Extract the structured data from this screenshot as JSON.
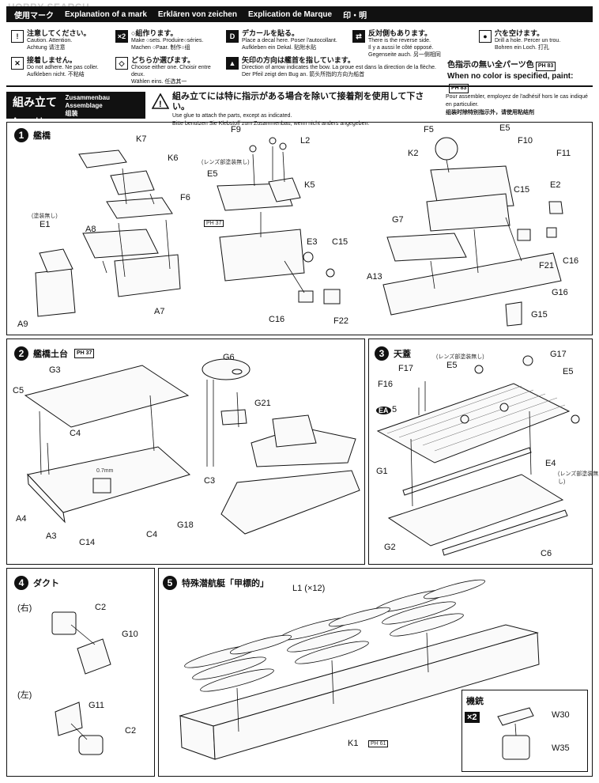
{
  "watermark": "HOBBY SEARCH",
  "header": {
    "jp": "使用マーク",
    "en": "Explanation of a mark",
    "de": "Erklären von zeichen",
    "fr": "Explication de Marque",
    "cn": "印・明"
  },
  "marks": [
    {
      "icon": "!",
      "jp": "注意してください。",
      "en": "Caution.",
      "de": "Achtung",
      "fr": "Attention.",
      "cn": "请注意"
    },
    {
      "icon": "×2",
      "jp": "○組作ります。",
      "en": "Make ○sets.",
      "de": "Machen ○Paar.",
      "fr": "Produire○séries.",
      "cn": "制作○组"
    },
    {
      "icon": "D",
      "jp": "デカールを貼る。",
      "en": "Place a decal here.",
      "de": "Aufkleben ein Dekal.",
      "fr": "Poser l'autocollant.",
      "cn": "贴附水贴"
    },
    {
      "icon": "⇄",
      "jp": "反対側もあります。",
      "en": "There is the reverse side.",
      "de": "Gegenseite auch.",
      "fr": "Il y a aussi le côté opposé.",
      "cn": "另一侧相同"
    },
    {
      "icon": "●",
      "jp": "穴を空けます。",
      "en": "Drill a hole.",
      "de": "Bohren ein Loch.",
      "fr": "Percer un trou.",
      "cn": "打孔"
    },
    {
      "icon": "✕",
      "jp": "接着しません。",
      "en": "Do not adhere.",
      "de": "Aufkleben nicht.",
      "fr": "Ne pas coller.",
      "cn": "不粘结"
    },
    {
      "icon": "◇",
      "jp": "どちらか選びます。",
      "en": "Choose either one.",
      "de": "Wählen eins.",
      "fr": "Choisir entre deux.",
      "cn": "任选其一"
    },
    {
      "icon": "▲",
      "jp": "矢印の方向は艦首を指しています。",
      "en": "Direction of arrow indicates the bow.",
      "de": "Der Pfeil zeigt den Bug an.",
      "fr": "La proue est dans la direction de la flèche.",
      "cn": "箭头所指的方向为船首"
    }
  ],
  "paint_note": {
    "jp": "色指示の無い全パーツ色",
    "en": "When no color is specified, paint:",
    "ref": "PH 83"
  },
  "assembly": {
    "jp": "組み立て",
    "en": "Assembly",
    "de": "Zusammenbau",
    "fr": "Assemblage",
    "cn": "组装",
    "warn_jp": "組み立てには特に指示がある場合を除いて接着剤を使用して下さい。",
    "warn_en": "Use glue to attach the parts, except as indicated.",
    "warn_de": "Bitte benutzen Sie Klebstoff zum Zusammenbau, wenn nicht anders angegeben.",
    "warn_fr": "Pour assembler, employez de l'adhésif hors le cas indiqué en particulier.",
    "warn_cn": "组装时除特别指示外，请使用粘结剂"
  },
  "steps": [
    {
      "num": "1",
      "title": "艦橋"
    },
    {
      "num": "2",
      "title": "艦橋土台",
      "ref": "PH 37"
    },
    {
      "num": "3",
      "title": "天蓋"
    },
    {
      "num": "4",
      "title": "ダクト"
    },
    {
      "num": "5",
      "title": "特殊潜航艇「甲標的」"
    }
  ],
  "step1_labels": [
    "K7",
    "K6",
    "F6",
    "A8",
    "E1",
    "A9",
    "A7",
    "F9",
    "L2",
    "E5",
    "K5",
    "E3",
    "C15",
    "C16",
    "F22",
    "F5",
    "E5",
    "F10",
    "K2",
    "F11",
    "E2",
    "C15",
    "G7",
    "C16",
    "F21",
    "A13",
    "G16",
    "G15"
  ],
  "step1_notes": {
    "no_paint": "(塗装無し)",
    "lens": "(レンズ部塗装無し)",
    "ref": "PH 37"
  },
  "step2_labels": [
    "G3",
    "C5",
    "C4",
    "0.7mm",
    "A4",
    "A3",
    "C14",
    "C4",
    "G18",
    "G6",
    "G21",
    "C3"
  ],
  "step3_labels": [
    "G17",
    "F17",
    "E5",
    "E5",
    "F16",
    "EA",
    "5",
    "G1",
    "E4",
    "G2",
    "C6"
  ],
  "step3_notes": {
    "lens": "(レンズ部塗装無し)"
  },
  "step4": {
    "right": "(右)",
    "left": "(左)",
    "labels": [
      "C2",
      "G10",
      "G11",
      "C2"
    ]
  },
  "step5": {
    "labels": [
      "L1 (×12)",
      "K1"
    ],
    "ref": "PH 61"
  },
  "gun": {
    "title": "機銃",
    "mult": "×2",
    "labels": [
      "W30",
      "W35"
    ]
  }
}
